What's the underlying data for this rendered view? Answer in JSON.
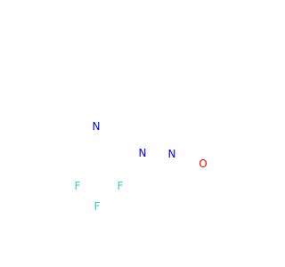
{
  "colors": {
    "background": "#ffffff",
    "bond": "#000000",
    "nitrogen": "#0000ff",
    "oxygen": "#ff0000",
    "fluorine": "#33cccc"
  },
  "atoms": [
    {
      "id": "N_py",
      "label": "N",
      "element": "nitrogen"
    },
    {
      "id": "N_br",
      "label": "N",
      "element": "nitrogen"
    },
    {
      "id": "N_pz",
      "label": "N",
      "element": "nitrogen"
    },
    {
      "id": "O_eth",
      "label": "O",
      "element": "oxygen"
    },
    {
      "id": "F_1",
      "label": "F",
      "element": "fluorine"
    },
    {
      "id": "F_2",
      "label": "F",
      "element": "fluorine"
    },
    {
      "id": "F_3",
      "label": "F",
      "element": "fluorine"
    }
  ]
}
